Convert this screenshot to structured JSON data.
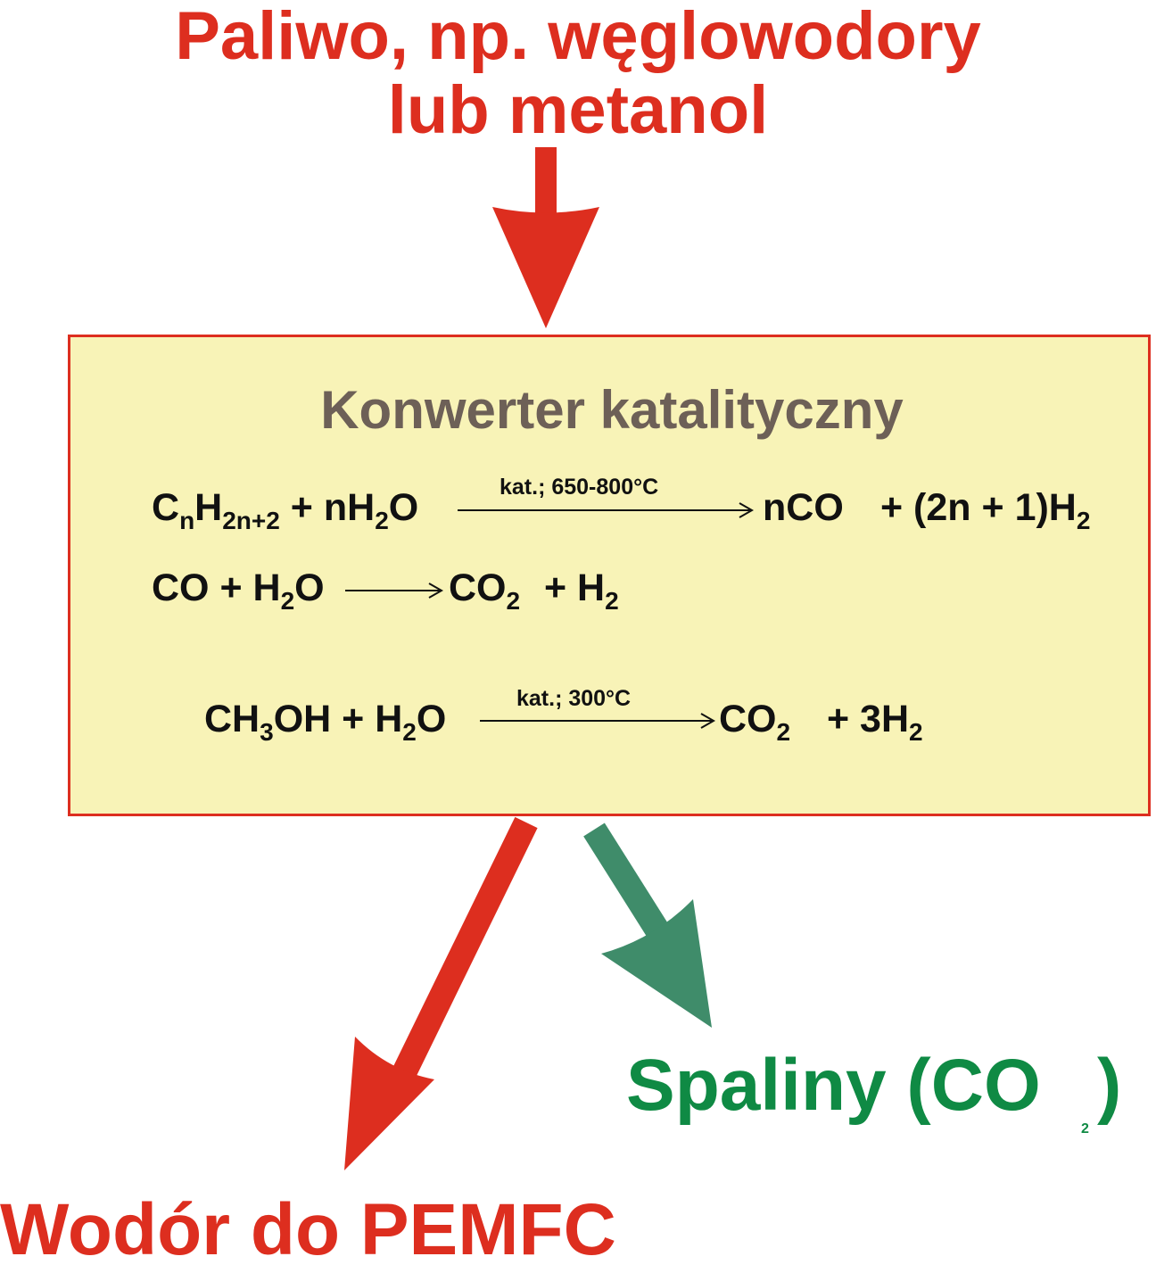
{
  "header": {
    "line1": "Paliwo, np. węglowodory",
    "line2": "lub metanol"
  },
  "box": {
    "title": "Konwerter katalityczny",
    "eq1": {
      "c": "C",
      "c_sub": "n",
      "h": "H",
      "h_sub": "2n+2",
      "plus_nh": "+ nH",
      "two": "2",
      "o": "O",
      "condition": "kat.; 650-800°C",
      "product1": "nCO",
      "product2": "+ (2n + 1)H",
      "product2_sub": "2"
    },
    "eq2": {
      "left": "CO + H",
      "two": "2",
      "o": "O",
      "product1": "CO",
      "p1_sub": "2",
      "product2": "+ H",
      "p2_sub": "2"
    },
    "eq3": {
      "ch": "CH",
      "three": "3",
      "oh": "OH + H",
      "two": "2",
      "o": "O",
      "condition": "kat.; 300°C",
      "product1": "CO",
      "p1_sub": "2",
      "product2": "+ 3H",
      "p2_sub": "2"
    }
  },
  "outputs": {
    "hydrogen": "Wodór do PEMFC",
    "exhaust": "Spaliny (CO",
    "exhaust_sub": "2",
    "exhaust_close": ")"
  },
  "colors": {
    "red": "#dd2e1f",
    "green_text": "#0f8a44",
    "green_arrow": "#3f8c6a",
    "box_fill": "#f8f3b7",
    "box_title": "#6d6057"
  }
}
